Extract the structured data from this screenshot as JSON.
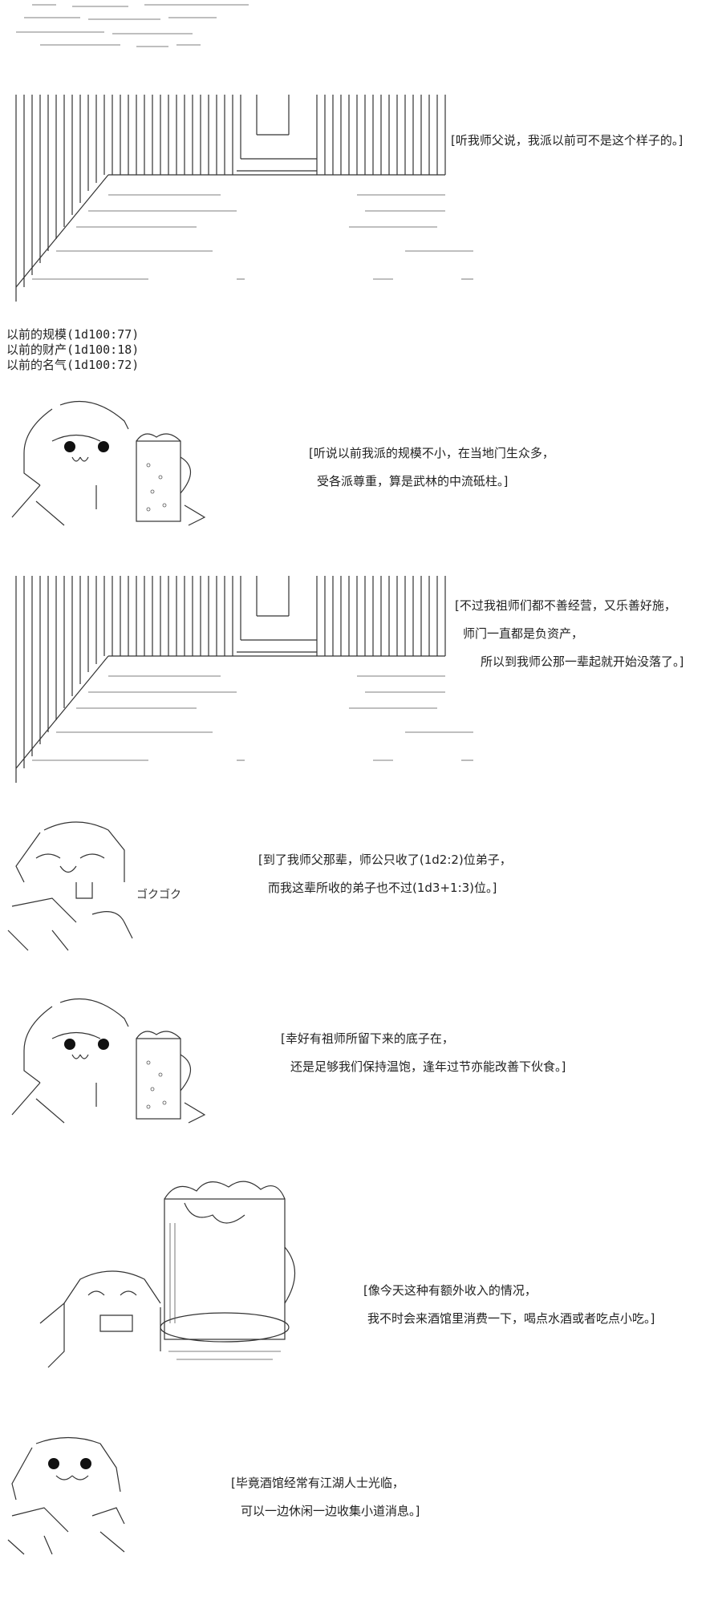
{
  "stats": [
    "以前的规模(1d100:77)",
    "以前的财产(1d100:18)",
    "以前的名气(1d100:72)"
  ],
  "dialogs": [
    {
      "id": "d1",
      "lines": [
        "[听我师父说，我派以前可不是这个样子的。]"
      ]
    },
    {
      "id": "d2",
      "lines": [
        "[听说以前我派的规模不小，在当地门生众多，",
        "受各派尊重，算是武林的中流砥柱。]"
      ]
    },
    {
      "id": "d3",
      "lines": [
        "[不过我祖师们都不善经营，又乐善好施，",
        "师门一直都是负资产，",
        "所以到我师公那一辈起就开始没落了。]"
      ]
    },
    {
      "id": "d4",
      "lines": [
        "[到了我师父那辈，师公只收了(1d2:2)位弟子，",
        "而我这辈所收的弟子也不过(1d3+1:3)位。]"
      ]
    },
    {
      "id": "d5",
      "lines": [
        "[幸好有祖师所留下来的底子在，",
        "还是足够我们保持温饱，逢年过节亦能改善下伙食。]"
      ]
    },
    {
      "id": "d6",
      "lines": [
        "[像今天这种有额外收入的情况，",
        "我不时会来酒馆里消费一下，喝点水酒或者吃点小吃。]"
      ]
    },
    {
      "id": "d7",
      "lines": [
        "[毕竟酒馆经常有江湖人士光临，",
        "可以一边休闲一边收集小道消息。]"
      ]
    }
  ],
  "sound_effect": "ゴクゴク"
}
